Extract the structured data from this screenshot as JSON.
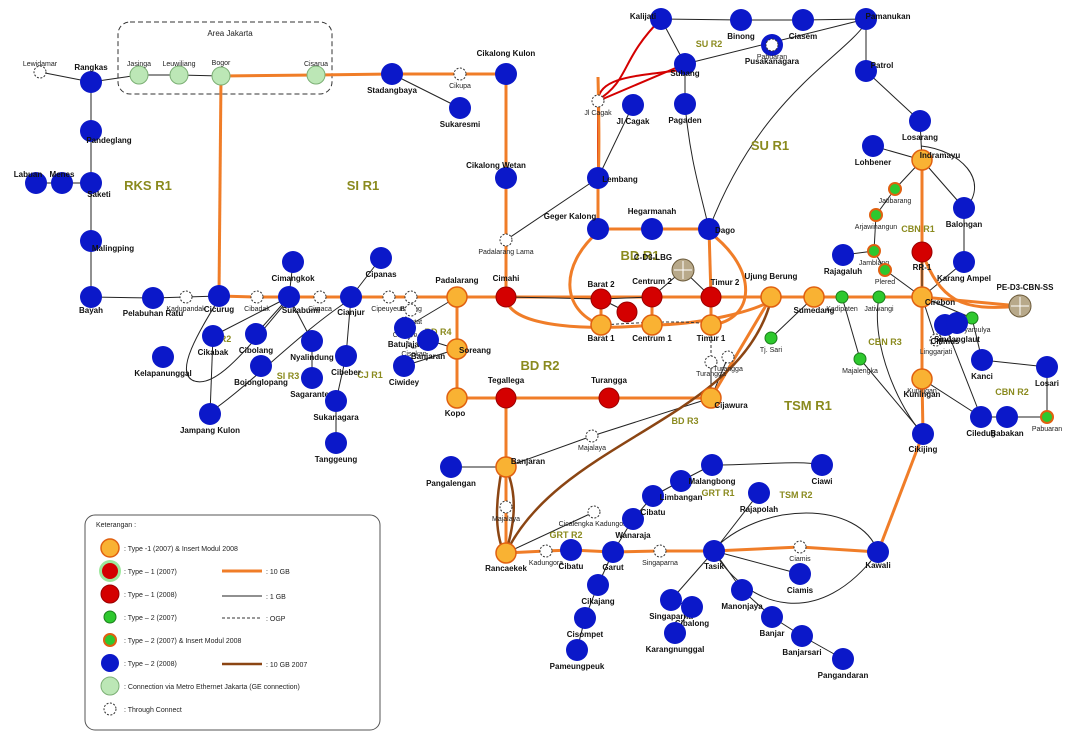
{
  "area_label": "Area Jakarta",
  "regions": [
    {
      "id": "rks_r1",
      "label": "RKS R1",
      "size": "l"
    },
    {
      "id": "si_r1",
      "label": "SI R1",
      "size": "l"
    },
    {
      "id": "su_r1",
      "label": "SU R1",
      "size": "l"
    },
    {
      "id": "su_r2",
      "label": "SU R2",
      "size": "s"
    },
    {
      "id": "bd_r1",
      "label": "BD R1",
      "size": "l"
    },
    {
      "id": "bd_r2",
      "label": "BD R2",
      "size": "l"
    },
    {
      "id": "bd_r3",
      "label": "BD R3",
      "size": "s"
    },
    {
      "id": "bd_r4",
      "label": "BD R4",
      "size": "s"
    },
    {
      "id": "si_r2",
      "label": "SI R2",
      "size": "s"
    },
    {
      "id": "si_r3",
      "label": "SI R3",
      "size": "s"
    },
    {
      "id": "cj_r1",
      "label": "CJ R1",
      "size": "s"
    },
    {
      "id": "cbn_r1",
      "label": "CBN R1",
      "size": "s"
    },
    {
      "id": "cbn_r2",
      "label": "CBN R2",
      "size": "s"
    },
    {
      "id": "cbn_r3",
      "label": "CBN R3",
      "size": "s"
    },
    {
      "id": "tsm_r1",
      "label": "TSM R1",
      "size": "l"
    },
    {
      "id": "tsm_r2",
      "label": "TSM R2",
      "size": "s"
    },
    {
      "id": "grt_r1",
      "label": "GRT R1",
      "size": "s"
    },
    {
      "id": "grt_r2",
      "label": "GRT R2",
      "size": "s"
    }
  ],
  "nodes": [
    {
      "id": "lewidamar",
      "label": "Lewidamar",
      "type": "through"
    },
    {
      "id": "rangkas",
      "label": "Rangkas",
      "type": "t2_2008"
    },
    {
      "id": "jasinga",
      "label": "Jasinga",
      "type": "metro"
    },
    {
      "id": "leuwiliang",
      "label": "Leuwiliang",
      "type": "metro"
    },
    {
      "id": "bogor",
      "label": "Bogor",
      "type": "metro"
    },
    {
      "id": "cisarua",
      "label": "Cisarua",
      "type": "metro"
    },
    {
      "id": "pd_rangkas",
      "label": "Pandeglang",
      "type": "t2_2008"
    },
    {
      "id": "labuan",
      "label": "Labuan",
      "type": "t2_2008"
    },
    {
      "id": "menes",
      "label": "Menes",
      "type": "t2_2008"
    },
    {
      "id": "saketi",
      "label": "Saketi",
      "type": "t2_2008"
    },
    {
      "id": "malingping",
      "label": "Malingping",
      "type": "t2_2008"
    },
    {
      "id": "bayah",
      "label": "Bayah",
      "type": "t2_2008"
    },
    {
      "id": "pelabuhan_ratu",
      "label": "Pelabuhan Ratu",
      "type": "t2_2008"
    },
    {
      "id": "kadupandak",
      "label": "Kadupandak",
      "type": "through"
    },
    {
      "id": "cicurug",
      "label": "Cicurug",
      "type": "t2_2008"
    },
    {
      "id": "cibadak",
      "label": "Cibadak",
      "type": "through"
    },
    {
      "id": "sukabumi",
      "label": "Sukabumi",
      "type": "t2_2008"
    },
    {
      "id": "cimangkok",
      "label": "Cimangkok",
      "type": "t2_2008"
    },
    {
      "id": "cibolang",
      "label": "Cibolang",
      "type": "t2_2008"
    },
    {
      "id": "cikabak",
      "label": "Cikabak",
      "type": "t2_2008"
    },
    {
      "id": "kelapanunggal",
      "label": "Kelapanunggal",
      "type": "t2_2008"
    },
    {
      "id": "nyalindung",
      "label": "Nyalindung",
      "type": "t2_2008"
    },
    {
      "id": "sagaranten",
      "label": "Sagaranten",
      "type": "t2_2008"
    },
    {
      "id": "jampang_kulon",
      "label": "Jampang Kulon",
      "type": "t2_2008"
    },
    {
      "id": "bojonglopang",
      "label": "Bojonglopang",
      "type": "t2_2008"
    },
    {
      "id": "cianjur",
      "label": "Cianjur",
      "type": "t2_2008"
    },
    {
      "id": "cibeber",
      "label": "Cibeber",
      "type": "t2_2008"
    },
    {
      "id": "sukanagara",
      "label": "Sukanagara",
      "type": "t2_2008"
    },
    {
      "id": "tanggeung",
      "label": "Tanggeung",
      "type": "t2_2008"
    },
    {
      "id": "cipanas",
      "label": "Cipanas",
      "type": "t2_2008"
    },
    {
      "id": "cimaca",
      "label": "Cimaca",
      "type": "through"
    },
    {
      "id": "cipeuyeum",
      "label": "Cipeuyeum",
      "type": "through"
    },
    {
      "id": "bojong",
      "label": "Bojong",
      "type": "through"
    },
    {
      "id": "citarum",
      "label": "Citarum",
      "type": "through"
    },
    {
      "id": "cisokan",
      "label": "Cisokan",
      "type": "through"
    },
    {
      "id": "cipatat",
      "label": "Cipatat",
      "type": "through"
    },
    {
      "id": "padalarang",
      "label": "Padalarang",
      "type": "t1_2007_insert"
    },
    {
      "id": "batujajar",
      "label": "Batujajar",
      "type": "t2_2008"
    },
    {
      "id": "soreang",
      "label": "Soreang",
      "type": "t1_2007_insert"
    },
    {
      "id": "ciwidey",
      "label": "Ciwidey",
      "type": "t2_2008"
    },
    {
      "id": "banjaran_bd4",
      "label": "Banjaran",
      "type": "t2_2008"
    },
    {
      "id": "kopo",
      "label": "Kopo",
      "type": "t1_2007_insert"
    },
    {
      "id": "stadangbaya",
      "label": "Stadangbaya",
      "type": "t2_2008"
    },
    {
      "id": "cikupa",
      "label": "Cikupa",
      "type": "through"
    },
    {
      "id": "sukaresmi",
      "label": "Sukaresmi",
      "type": "t2_2008"
    },
    {
      "id": "cikalong_kulon",
      "label": "Cikalong Kulon",
      "type": "t2_2008"
    },
    {
      "id": "cikalong_wetan",
      "label": "Cikalong Wetan",
      "type": "t2_2008"
    },
    {
      "id": "padalarang_lama",
      "label": "Padalarang Lama",
      "type": "through"
    },
    {
      "id": "cimahi",
      "label": "Cimahi",
      "type": "t1_2008"
    },
    {
      "id": "jt_cagak1",
      "label": "Jl Cagak",
      "type": "through"
    },
    {
      "id": "jl_cagak",
      "label": "Jl Cagak",
      "type": "t2_2008"
    },
    {
      "id": "kalijati",
      "label": "Kalijati",
      "type": "t2_2008"
    },
    {
      "id": "subang",
      "label": "Subang",
      "type": "t2_2008"
    },
    {
      "id": "pagaden",
      "label": "Pagaden",
      "type": "t2_2008"
    },
    {
      "id": "pamanukan",
      "label": "Pamanukan",
      "type": "t2_2008"
    },
    {
      "id": "binong",
      "label": "Binong",
      "type": "t2_2008"
    },
    {
      "id": "ciasem",
      "label": "Ciasem",
      "type": "t2_2008"
    },
    {
      "id": "pusakanagara",
      "label": "Pusakanagara",
      "type": "t2_2008"
    },
    {
      "id": "pabuaran",
      "label": "Pabuaran",
      "type": "through"
    },
    {
      "id": "patrol",
      "label": "Patrol",
      "type": "t2_2008"
    },
    {
      "id": "lembang",
      "label": "Lembang",
      "type": "t2_2008"
    },
    {
      "id": "geger_kalong",
      "label": "Geger Kalong",
      "type": "t2_2008"
    },
    {
      "id": "hegarmanah",
      "label": "Hegarmanah",
      "type": "t2_2008"
    },
    {
      "id": "dago",
      "label": "Dago",
      "type": "t2_2008"
    },
    {
      "id": "barat2",
      "label": "Barat 2",
      "type": "t1_2008"
    },
    {
      "id": "centrum2",
      "label": "Centrum 2",
      "type": "t1_2008"
    },
    {
      "id": "timur2",
      "label": "Timur 2",
      "type": "t1_2008"
    },
    {
      "id": "barat1",
      "label": "Barat 1",
      "type": "t1_2007_insert"
    },
    {
      "id": "centrum1",
      "label": "Centrum 1",
      "type": "t1_2007_insert"
    },
    {
      "id": "timur1",
      "label": "Timur 1",
      "type": "t1_2007_insert"
    },
    {
      "id": "centrum_mid",
      "label": "",
      "type": "t1_2008"
    },
    {
      "id": "c_d3_lbg",
      "label": "C-D3-LBG",
      "type": "core"
    },
    {
      "id": "ujung_berung",
      "label": "Ujung Berung",
      "type": "t1_2007_insert"
    },
    {
      "id": "sumedang",
      "label": "Sumedang",
      "type": "t1_2007_insert"
    },
    {
      "id": "tanjung_sari",
      "label": "Tj. Sari",
      "type": "t2_2007"
    },
    {
      "id": "turangga1",
      "label": "Turangga",
      "type": "through"
    },
    {
      "id": "turangga2",
      "label": "Turangga",
      "type": "through"
    },
    {
      "id": "tegallega",
      "label": "Tegallega",
      "type": "t1_2008"
    },
    {
      "id": "turangga_t",
      "label": "Turangga",
      "type": "t1_2008"
    },
    {
      "id": "cijawura",
      "label": "Cijawura",
      "type": "t1_2007_insert"
    },
    {
      "id": "majalaya",
      "label": "Majalaya",
      "type": "through"
    },
    {
      "id": "banjaran",
      "label": "Banjaran",
      "type": "t1_2007_insert"
    },
    {
      "id": "pangalengan",
      "label": "Pangalengan",
      "type": "t2_2008"
    },
    {
      "id": "majalaya2",
      "label": "Majalaya",
      "type": "through"
    },
    {
      "id": "rancaekek",
      "label": "Rancaekek",
      "type": "t1_2007_insert"
    },
    {
      "id": "cibatu",
      "label": "Cibatu",
      "type": "t2_2008"
    },
    {
      "id": "kadungora",
      "label": "Kadungora",
      "type": "through"
    },
    {
      "id": "cicalengka",
      "label": "Cicalengka Kadungora",
      "type": "through"
    },
    {
      "id": "garut",
      "label": "Garut",
      "type": "t2_2008"
    },
    {
      "id": "wanaraja",
      "label": "Wanaraja",
      "type": "t2_2008"
    },
    {
      "id": "cibatu2",
      "label": "Cibatu",
      "type": "t2_2008"
    },
    {
      "id": "limbangan",
      "label": "Limbangan",
      "type": "t2_2008"
    },
    {
      "id": "malangbong",
      "label": "Malangbong",
      "type": "t2_2008"
    },
    {
      "id": "singaparna_tc",
      "label": "Singaparna",
      "type": "through"
    },
    {
      "id": "cikajang",
      "label": "Cikajang",
      "type": "t2_2008"
    },
    {
      "id": "cisompet",
      "label": "Cisompet",
      "type": "t2_2008"
    },
    {
      "id": "pameungpeuk",
      "label": "Pameungpeuk",
      "type": "t2_2008"
    },
    {
      "id": "singaparna",
      "label": "Singaparna",
      "type": "t2_2008"
    },
    {
      "id": "tasik",
      "label": "Tasik",
      "type": "t2_2008"
    },
    {
      "id": "rajapolah",
      "label": "Rajapolah",
      "type": "t2_2008"
    },
    {
      "id": "cibalong",
      "label": "Cibalong",
      "type": "t2_2008"
    },
    {
      "id": "karangnunggal",
      "label": "Karangnunggal",
      "type": "t2_2008"
    },
    {
      "id": "manonjaya",
      "label": "Manonjaya",
      "type": "t2_2008"
    },
    {
      "id": "banjar",
      "label": "Banjar",
      "type": "t2_2008"
    },
    {
      "id": "banjarsari",
      "label": "Banjarsari",
      "type": "t2_2008"
    },
    {
      "id": "pangandaran",
      "label": "Pangandaran",
      "type": "t2_2008"
    },
    {
      "id": "ciawi",
      "label": "Ciawi",
      "type": "t2_2008"
    },
    {
      "id": "ciamis",
      "label": "Ciamis",
      "type": "t2_2008"
    },
    {
      "id": "ciamis_tc",
      "label": "Ciamis",
      "type": "through"
    },
    {
      "id": "kawali",
      "label": "Kawali",
      "type": "t2_2008"
    },
    {
      "id": "cikijing",
      "label": "Cikijing",
      "type": "t2_2008"
    },
    {
      "id": "majalengka",
      "label": "Majalengka",
      "type": "t2_2007"
    },
    {
      "id": "kadipaten",
      "label": "Kadipaten",
      "type": "t2_2007"
    },
    {
      "id": "jatiwangi",
      "label": "Jatiwangi",
      "type": "t2_2007"
    },
    {
      "id": "rajagaluh",
      "label": "Rajagaluh",
      "type": "t2_2008"
    },
    {
      "id": "jamblang",
      "label": "Jamblang",
      "type": "t2_2007_insert"
    },
    {
      "id": "arjawinangun",
      "label": "Arjawinangun",
      "type": "t2_2007_insert"
    },
    {
      "id": "jatibarang",
      "label": "Jatibarang",
      "type": "t2_2007_insert"
    },
    {
      "id": "indramayu",
      "label": "Indramayu",
      "type": "t1_2007_insert"
    },
    {
      "id": "losarang",
      "label": "Losarang",
      "type": "t2_2008"
    },
    {
      "id": "lohbener",
      "label": "Lohbener",
      "type": "t2_2008"
    },
    {
      "id": "balongan",
      "label": "Balongan",
      "type": "t2_2008"
    },
    {
      "id": "karang_ampel",
      "label": "Karang Ampel",
      "type": "t2_2008"
    },
    {
      "id": "cbn_r1_node",
      "label": "RR-1",
      "type": "t1_2008"
    },
    {
      "id": "plered",
      "label": "Plered",
      "type": "t2_2007_insert"
    },
    {
      "id": "cirebon",
      "label": "Cirebon",
      "type": "t1_2007_insert"
    },
    {
      "id": "pe_d3_cbn",
      "label": "PE-D3-CBN-SS",
      "type": "core"
    },
    {
      "id": "karyamulya",
      "label": "Karyamulya",
      "type": "t2_2007"
    },
    {
      "id": "lingga",
      "label": "Linggarjati",
      "type": "through"
    },
    {
      "id": "kuningan",
      "label": "Kuningan",
      "type": "t2_2007"
    },
    {
      "id": "kuningan_b",
      "label": "Kuningan",
      "type": "t1_2007_insert"
    },
    {
      "id": "kanci",
      "label": "Kanci",
      "type": "t2_2008"
    },
    {
      "id": "losari",
      "label": "Losari",
      "type": "t2_2008"
    },
    {
      "id": "ciledug",
      "label": "Ciledug",
      "type": "t2_2008"
    },
    {
      "id": "babakan",
      "label": "Babakan",
      "type": "t2_2008"
    },
    {
      "id": "pabuaran2",
      "label": "Pabuaran",
      "type": "t2_2007_insert"
    },
    {
      "id": "cilimus",
      "label": "Cilimus",
      "type": "t2_2008"
    },
    {
      "id": "sindanglaut",
      "label": "Sindanglaut",
      "type": "t2_2008"
    }
  ],
  "legend": {
    "title": "Keterangan :",
    "node_items": [
      {
        "type": "t1_2007_insert",
        "text": ": Type -1 (2007) & Insert Modul 2008"
      },
      {
        "type": "t1_2007",
        "text": ": Type – 1 (2007)"
      },
      {
        "type": "t1_2008",
        "text": ": Type – 1 (2008)"
      },
      {
        "type": "t2_2007",
        "text": ": Type – 2 (2007)"
      },
      {
        "type": "t2_2007_insert",
        "text": ": Type – 2 (2007) & Insert Modul 2008"
      },
      {
        "type": "t2_2008",
        "text": ": Type – 2 (2008)"
      },
      {
        "type": "metro",
        "text": ": Connection via Metro Ethernet Jakarta (GE connection)"
      },
      {
        "type": "through",
        "text": ": Through Connect"
      }
    ],
    "line_items": [
      {
        "style": "orange",
        "text": ": 10 GB"
      },
      {
        "style": "thin",
        "text": ": 1 GB"
      },
      {
        "style": "dashed",
        "text": ": OGP"
      },
      {
        "style": "brown",
        "text": ": 10 GB 2007"
      }
    ]
  },
  "colors": {
    "orange": "#f07d28",
    "orange_fill": "#f9b233",
    "red": "#d40000",
    "green": "#2ec82e",
    "blue": "#0b18c9",
    "brown": "#8b4513",
    "metro": "#bce7b6",
    "region": "#8a8a1e",
    "edge_tag": "#6a7fd0"
  }
}
